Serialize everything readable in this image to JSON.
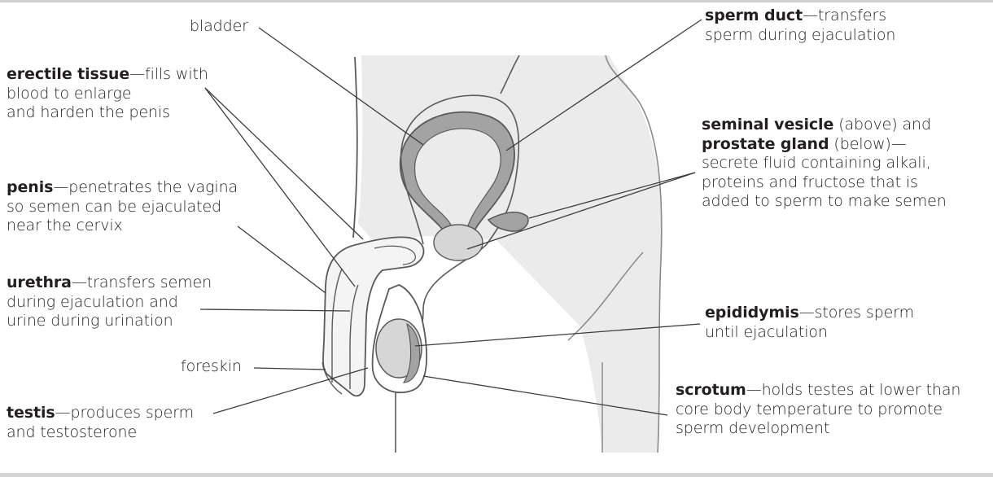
{
  "labels": {
    "bladder": {
      "term": "",
      "rest": "bladder"
    },
    "erectile": {
      "term": "erectile tissue",
      "rest": "—fills with",
      "lines": [
        "blood to enlarge",
        "and harden the penis"
      ]
    },
    "penis": {
      "term": "penis",
      "rest": "—penetrates the vagina",
      "lines": [
        "so semen can be ejaculated",
        "near the cervix"
      ]
    },
    "urethra": {
      "term": "urethra",
      "rest": "—transfers semen",
      "lines": [
        "during ejaculation and",
        "urine during urination"
      ]
    },
    "foreskin": {
      "term": "",
      "rest": "foreskin"
    },
    "testis": {
      "term": "testis",
      "rest": "—produces sperm",
      "lines": [
        "and testosterone"
      ]
    },
    "sperm_duct": {
      "term": "sperm duct",
      "rest": "—transfers",
      "lines": [
        "sperm during ejaculation"
      ]
    },
    "seminal": {
      "term": "seminal vesicle",
      "rest": " (above) and"
    },
    "prostate": {
      "term": "prostate gland",
      "rest": " (below)—",
      "lines": [
        "secrete fluid containing alkali,",
        "proteins and fructose that is",
        "added to sperm to make semen"
      ]
    },
    "epididymis": {
      "term": "epididymis",
      "rest": "—stores sperm",
      "lines": [
        "until ejaculation"
      ]
    },
    "scrotum": {
      "term": "scrotum",
      "rest": "—holds testes at lower than",
      "lines": [
        "core body temperature to promote",
        "sperm development"
      ]
    }
  },
  "colors": {
    "body_fill": "#ebebeb",
    "organ_fill": "#a3a3a3",
    "gland_fill": "#d6d6d6",
    "outline": "#5a5a5a",
    "leader": "#3c3c3c"
  }
}
